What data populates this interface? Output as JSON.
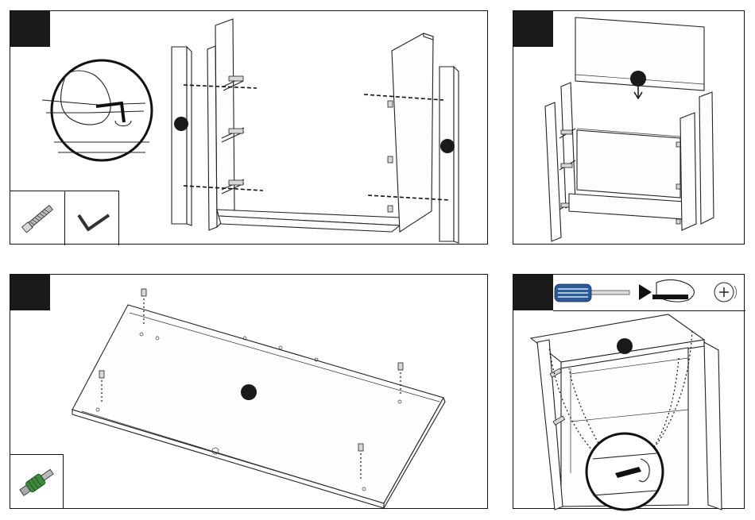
{
  "steps": [
    {
      "id": "top-left",
      "hardware": [
        "cam-bolt-icon",
        "allen-key-icon"
      ]
    },
    {
      "id": "top-right",
      "hardware": []
    },
    {
      "id": "bottom-left",
      "hardware": [
        "cam-lock-icon"
      ]
    },
    {
      "id": "bottom-right",
      "tools": [
        "screwdriver-icon",
        "arrow-right-icon",
        "hand-screw-icon",
        "phillips-head-icon"
      ]
    }
  ],
  "colors": {
    "badge": "#1a1a1a",
    "line": "#222222",
    "cam_lock_green": "#3a8a3a",
    "screwdriver_blue": "#2a5a9a"
  }
}
